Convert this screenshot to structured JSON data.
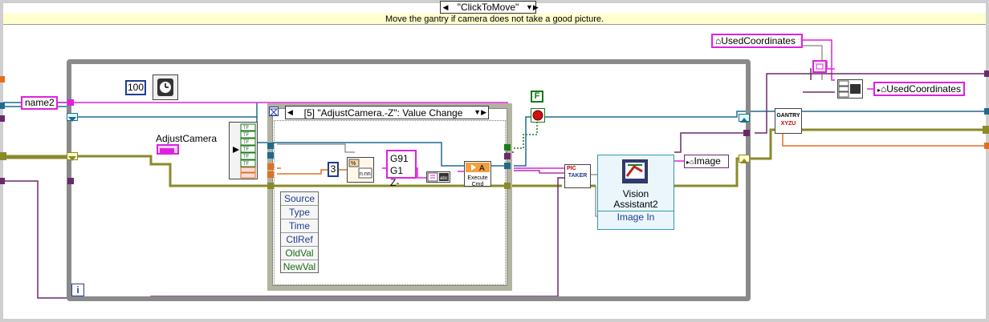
{
  "case_structure": {
    "selector_label": "\"ClickToMove\"",
    "subdiagram_label": "Move the gantry if camera does not take a good picture."
  },
  "constants": {
    "wait_ms": "100",
    "retry_count": "3",
    "gcode_line1": "G91",
    "gcode_line2": "G1 Z-",
    "stop_bool": "F"
  },
  "controls": {
    "name_control": "name2",
    "adjust_camera_label": "AdjustCamera",
    "used_coordinates_ref": "UsedCoordinates",
    "used_coordinates_out": "UsedCoordinates",
    "image_ref": "Image"
  },
  "event_structure": {
    "selector_label": "[5] \"AdjustCamera.-Z\": Value Change",
    "data_fields": [
      "Source",
      "Type",
      "Time",
      "CtlRef",
      "OldVal",
      "NewVal"
    ]
  },
  "subvis": {
    "execute_cmd": "Execute\nCmd",
    "pic_taker_top": "PIC",
    "pic_taker_bottom": "TAKER",
    "gantry_top": "GANTRY",
    "gantry_bottom": "XYZU",
    "vision_name": "Vision\nAssistant2",
    "vision_input": "Image In"
  },
  "loop": {
    "iteration_terminal": "i"
  },
  "colors": {
    "wire_pink": "#e020e0",
    "wire_blue": "#1f6b8f",
    "wire_olive": "#8a8a2a",
    "wire_orange": "#e07020",
    "wire_purple": "#6a2a6a",
    "wire_green": "#1a7a1a",
    "frame_gray": "#8a8a8a"
  },
  "icons": {
    "wait": "wait-ms-icon",
    "bundle": "bundle-by-name-icon",
    "format": "format-into-string-icon",
    "concat": "concatenate-strings-icon",
    "execute": "execute-cmd-icon",
    "vision": "vision-assistant-icon",
    "stop": "stop-button-icon"
  }
}
